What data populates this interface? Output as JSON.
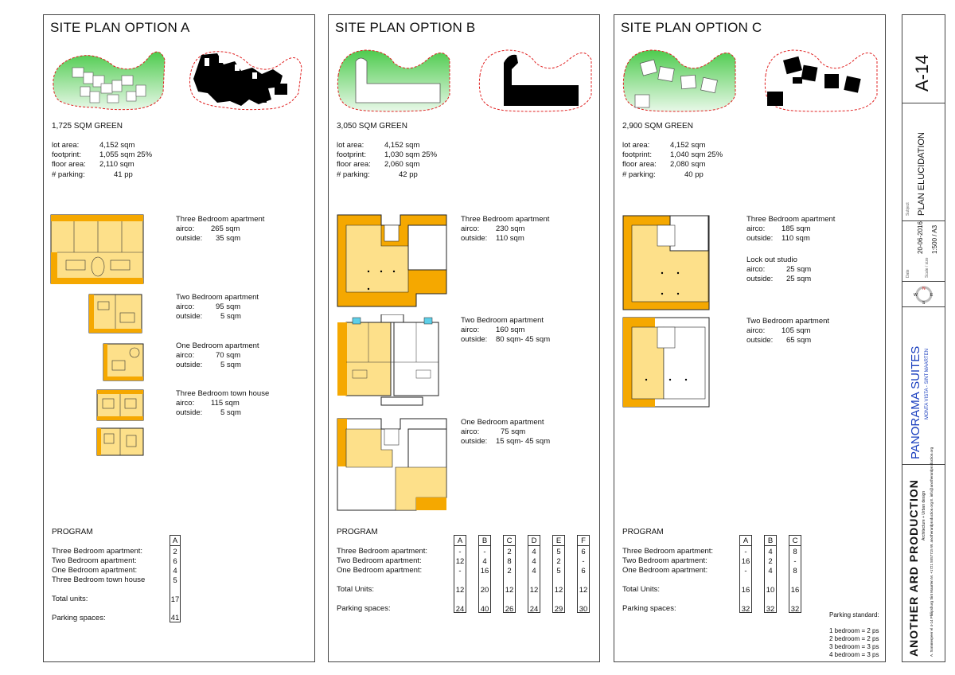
{
  "option_a": {
    "title": "SITE PLAN  OPTION A",
    "green": "1,725 SQM GREEN",
    "stats": [
      {
        "label": "lot area:",
        "value": "4,152 sqm"
      },
      {
        "label": "footprint:",
        "value": "1,055  sqm  25%"
      },
      {
        "label": "floor area:",
        "value": "2,110  sqm"
      },
      {
        "label": "# parking:",
        "value": "41   pp"
      }
    ],
    "apartments": [
      {
        "name": "Three Bedroom apartment",
        "airco": "265 sqm",
        "outside": "35 sqm"
      },
      {
        "name": "Two Bedroom apartment",
        "airco": "95 sqm",
        "outside": "5 sqm"
      },
      {
        "name": "One Bedroom apartment",
        "airco": "70 sqm",
        "outside": "5 sqm"
      },
      {
        "name": "Three Bedroom town house",
        "airco": "115 sqm",
        "outside": "5 sqm"
      }
    ],
    "program_title": "PROGRAM",
    "program_labels": [
      "Three Bedroom apartment:",
      "Two Bedroom apartment:",
      "One Bedroom apartment:",
      "Three Bedroom town house",
      "Total units:",
      "Parking spaces:"
    ],
    "columns": [
      {
        "head": "A",
        "vals": [
          "2",
          "6",
          "4",
          "5"
        ],
        "total": "17",
        "parking": "41"
      }
    ]
  },
  "option_b": {
    "title": "SITE PLAN  OPTION B",
    "green": "3,050 SQM GREEN",
    "stats": [
      {
        "label": "lot area:",
        "value": "4,152 sqm"
      },
      {
        "label": "footprint:",
        "value": "1,030  sqm  25%"
      },
      {
        "label": "floor area:",
        "value": "2,060  sqm"
      },
      {
        "label": "# parking:",
        "value": "42   pp"
      }
    ],
    "apartments": [
      {
        "name": "Three Bedroom apartment",
        "airco": "230 sqm",
        "outside": "110 sqm"
      },
      {
        "name": "Two Bedroom apartment",
        "airco": "160 sqm",
        "outside": "80 sqm- 45 sqm"
      },
      {
        "name": "One Bedroom apartment",
        "airco": "75 sqm",
        "outside": "15 sqm- 45 sqm"
      }
    ],
    "program_title": "PROGRAM",
    "program_labels": [
      "Three Bedroom apartment:",
      "Two Bedroom apartment:",
      "One Bedroom apartment:",
      "Total Units:",
      "Parking spaces:"
    ],
    "columns": [
      {
        "head": "A",
        "vals": [
          "-",
          "12",
          "-"
        ],
        "total": "12",
        "parking": "24"
      },
      {
        "head": "B",
        "vals": [
          "-",
          "4",
          "16"
        ],
        "total": "20",
        "parking": "40"
      },
      {
        "head": "C",
        "vals": [
          "2",
          "8",
          "2"
        ],
        "total": "12",
        "parking": "26"
      },
      {
        "head": "D",
        "vals": [
          "4",
          "4",
          "4"
        ],
        "total": "12",
        "parking": "24"
      },
      {
        "head": "E",
        "vals": [
          "5",
          "2",
          "5"
        ],
        "total": "12",
        "parking": "29"
      },
      {
        "head": "F",
        "vals": [
          "6",
          "-",
          "6"
        ],
        "total": "12",
        "parking": "30"
      }
    ]
  },
  "option_c": {
    "title": "SITE PLAN  OPTION C",
    "green": "2,900 SQM GREEN",
    "stats": [
      {
        "label": "lot area:",
        "value": "4,152 sqm"
      },
      {
        "label": "footprint:",
        "value": "1,040  sqm  25%"
      },
      {
        "label": "floor area:",
        "value": "2,080  sqm"
      },
      {
        "label": "# parking:",
        "value": "40   pp"
      }
    ],
    "apartments": [
      {
        "name": "Three Bedroom apartment",
        "airco": "185 sqm",
        "outside": "110 sqm"
      },
      {
        "name": "Lock out studio",
        "airco": "25 sqm",
        "outside": "25 sqm"
      },
      {
        "name": "Two Bedroom apartment",
        "airco": "105 sqm",
        "outside": "65 sqm"
      }
    ],
    "program_title": "PROGRAM",
    "program_labels": [
      "Three Bedroom apartment:",
      "Two Bedroom apartment:",
      "One Bedroom apartment:",
      "Total Units:",
      "Parking spaces:"
    ],
    "columns": [
      {
        "head": "A",
        "vals": [
          "-",
          "16",
          "-"
        ],
        "total": "16",
        "parking": "32"
      },
      {
        "head": "B",
        "vals": [
          "4",
          "2",
          "4"
        ],
        "total": "10",
        "parking": "32"
      },
      {
        "head": "C",
        "vals": [
          "8",
          "-",
          "8"
        ],
        "total": "16",
        "parking": "32"
      }
    ],
    "parking_standard": {
      "title": "Parking standard:",
      "items": [
        "1 bedroom = 2 ps",
        "2 bedroom = 2 ps",
        "3 bedroom = 3 ps",
        "4 bedroom = 3 ps"
      ]
    }
  },
  "labels": {
    "airco": "airco:",
    "outside": "outside:"
  },
  "title_block": {
    "sheet": "A-14",
    "subject_label": "Subject",
    "subject": "PLAN ELUCIDATION",
    "date_label": "Date",
    "date": "20-06-2016",
    "scale_label": "Scale / size",
    "scale": "1:500 / A3",
    "project": "PANORAMA SUITES",
    "location": "MONTA VISTA - SINT MAARTEN",
    "firm": "ANOTHER ARD PRODUCTION",
    "firm_sub": "Architecture + Urban design",
    "address": "A. Sommerpeer el 4-14 Philipsburg Sint Maarten  M. +1721 5557715  W. anotherardproduction.org  E. info@anotherardproduction.org",
    "compass": [
      "N",
      "E",
      "S",
      "W"
    ]
  },
  "colors": {
    "green": "#4ecb4e",
    "orange": "#f5a800",
    "light_orange": "#fde08a",
    "red_dash": "#e02020"
  }
}
